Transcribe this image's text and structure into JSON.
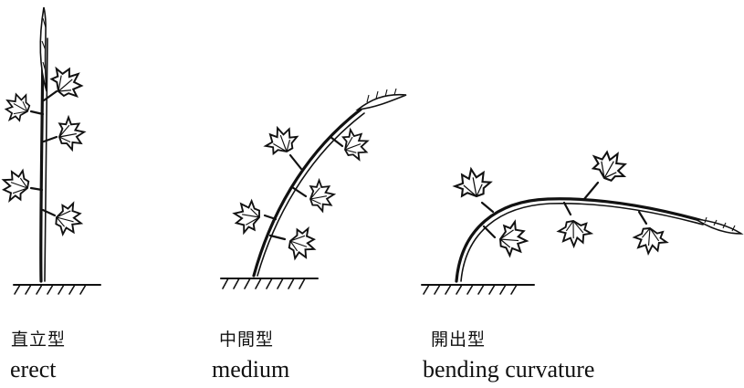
{
  "types": [
    {
      "jp": "直立型",
      "en": "erect"
    },
    {
      "jp": "中間型",
      "en": "medium"
    },
    {
      "jp": "開出型",
      "en": "bending curvature"
    }
  ]
}
